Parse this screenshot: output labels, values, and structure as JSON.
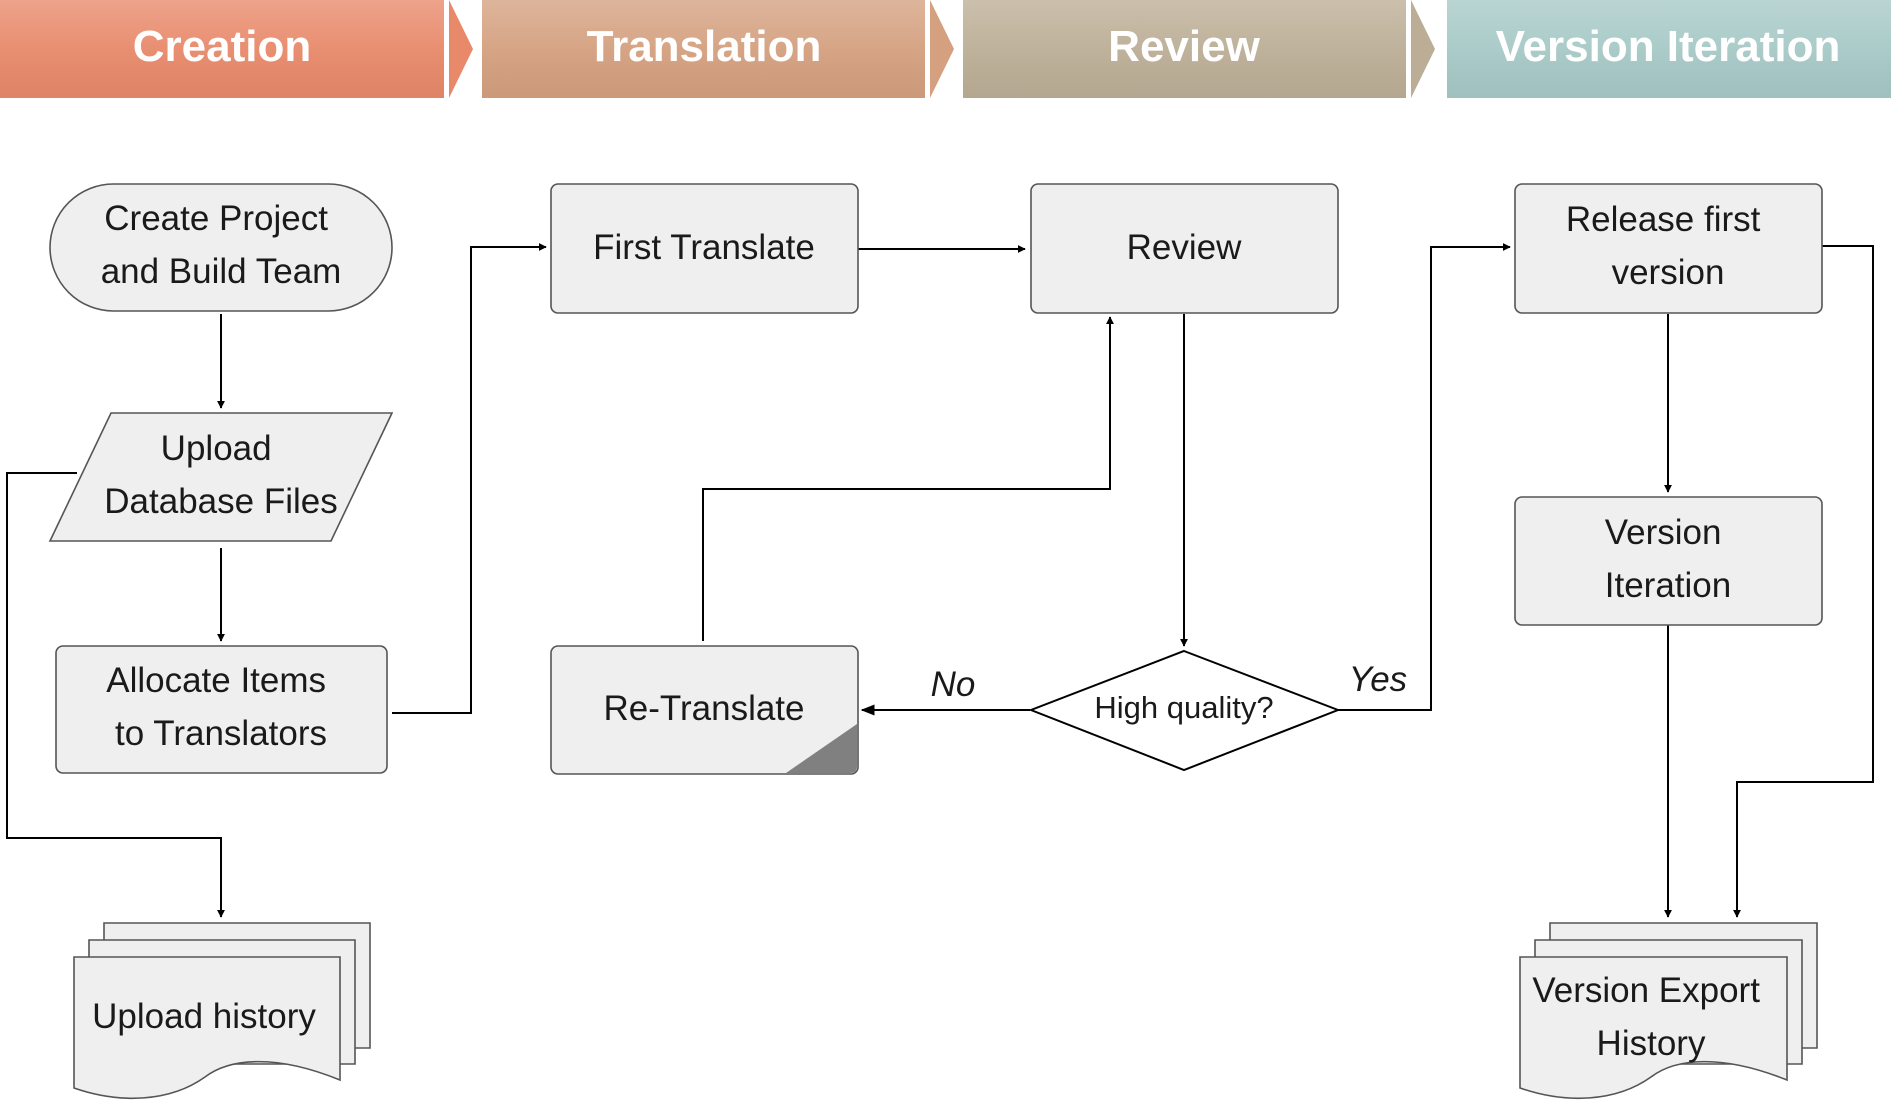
{
  "colors": {
    "creation": "#e8896a",
    "translation": "#d4a07f",
    "review": "#bcae96",
    "version_iteration": "#a6c9c6",
    "node_fill": "#efefef",
    "node_border": "#555555",
    "fold_corner": "#808080"
  },
  "phases": [
    {
      "label": "Creation"
    },
    {
      "label": "Translation"
    },
    {
      "label": "Review"
    },
    {
      "label": "Version Iteration"
    }
  ],
  "nodes": {
    "create_project": {
      "lines": [
        "Create Project",
        "and Build Team"
      ]
    },
    "upload_files": {
      "lines": [
        "Upload",
        "Database Files"
      ]
    },
    "allocate_items": {
      "lines": [
        "Allocate Items",
        "to Translators"
      ]
    },
    "upload_history": {
      "lines": [
        "Upload history"
      ]
    },
    "first_translate": {
      "lines": [
        "First Translate"
      ]
    },
    "re_translate": {
      "lines": [
        "Re-Translate"
      ]
    },
    "review": {
      "lines": [
        "Review"
      ]
    },
    "high_quality": {
      "lines": [
        "High quality?"
      ]
    },
    "release_first": {
      "lines": [
        "Release first",
        "version"
      ]
    },
    "version_iteration": {
      "lines": [
        "Version",
        "Iteration"
      ]
    },
    "version_export": {
      "lines": [
        "Version Export",
        "History"
      ]
    }
  },
  "edge_labels": {
    "no": "No",
    "yes": "Yes"
  }
}
